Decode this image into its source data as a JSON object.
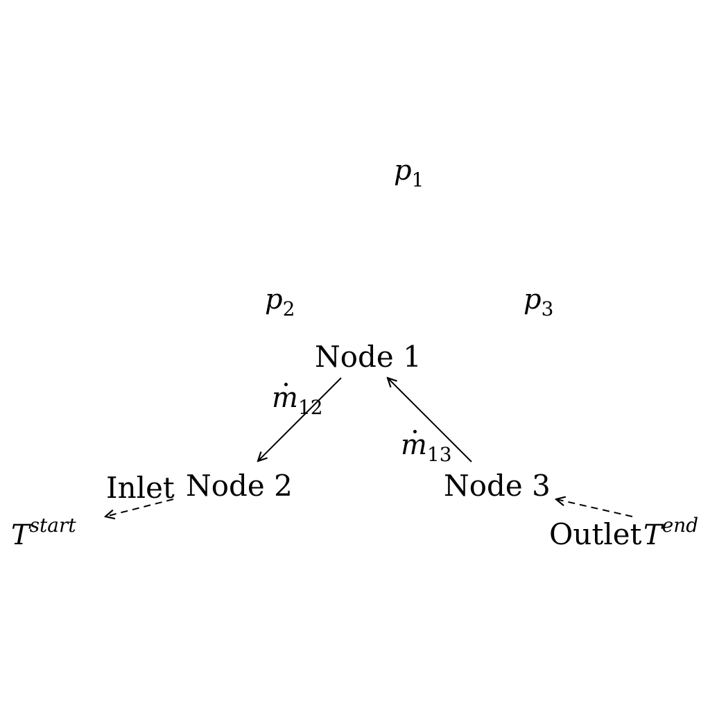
{
  "pressures": {
    "p1": {
      "symbol": "p",
      "sub": "1"
    },
    "p2": {
      "symbol": "p",
      "sub": "2"
    },
    "p3": {
      "symbol": "p",
      "sub": "3"
    }
  },
  "nodes": {
    "node1": "Node 1",
    "node2": "Node 2",
    "node3": "Node 3",
    "inlet": "Inlet",
    "outlet": "Outlet"
  },
  "flows": {
    "m12": {
      "symbol": "m",
      "sub": "12"
    },
    "m13": {
      "symbol": "m",
      "sub": "13"
    }
  },
  "temperatures": {
    "start": {
      "symbol": "T",
      "sup": "start"
    },
    "end": {
      "symbol": "T",
      "sup": "end"
    }
  },
  "colors": {
    "ink": "#000000",
    "background": "#ffffff"
  }
}
